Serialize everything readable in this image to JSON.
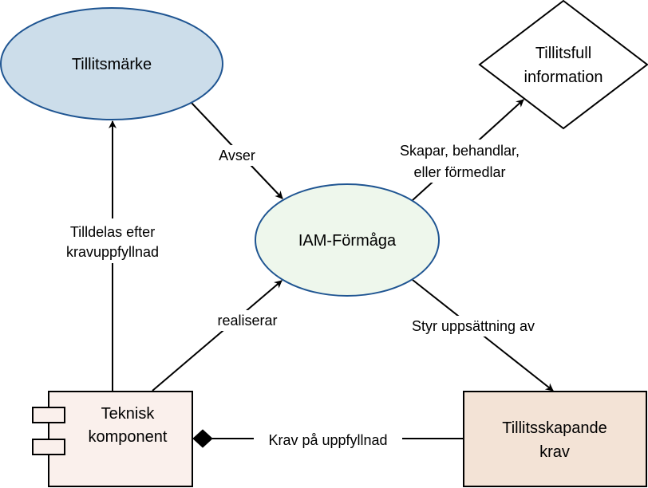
{
  "nodes": {
    "tillitsmarke": {
      "label": "Tillitsmärke",
      "fill": "#CCDDEA",
      "stroke": "#1F5592"
    },
    "iam": {
      "label": "IAM-Förmåga",
      "fill": "#EEF7EC",
      "stroke": "#1F5592"
    },
    "information": {
      "lines": [
        "Tillitsfull",
        "information"
      ],
      "fill": "#FFFFFF",
      "stroke": "#000000"
    },
    "komponent": {
      "lines": [
        "Teknisk",
        "komponent"
      ],
      "fill": "#FAF0EC",
      "stroke": "#000000"
    },
    "krav": {
      "lines": [
        "Tillitsskapande",
        "krav"
      ],
      "fill": "#F3E3D6",
      "stroke": "#000000"
    }
  },
  "edges": {
    "avser": {
      "label": "Avser"
    },
    "skapar": {
      "lines": [
        "Skapar, behandlar,",
        "eller förmedlar"
      ]
    },
    "tilldelas": {
      "lines": [
        "Tilldelas efter",
        "kravuppfyllnad"
      ]
    },
    "realiserar": {
      "label": "realiserar"
    },
    "styr": {
      "label": "Styr uppsättning av"
    },
    "krav_pa": {
      "label": "Krav på uppfyllnad"
    }
  }
}
